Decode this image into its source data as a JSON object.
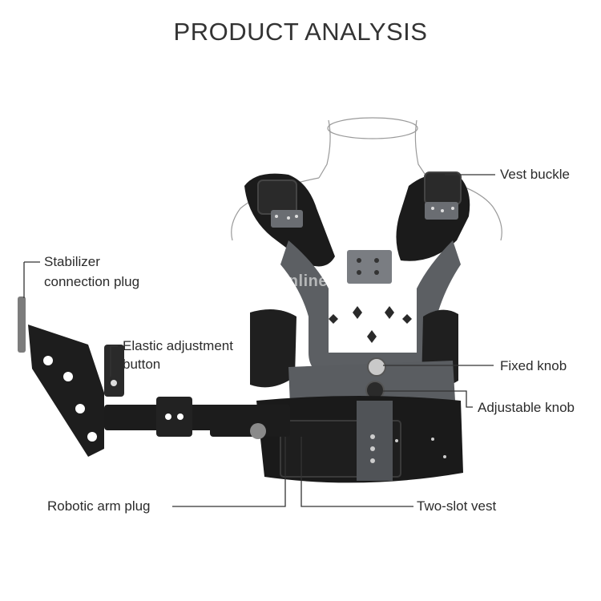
{
  "title": "PRODUCT ANALYSIS",
  "watermark": "sunsky-online",
  "labels": {
    "vest_buckle": "Vest buckle",
    "stabilizer_line1": "Stabilizer",
    "stabilizer_line2": "connection plug",
    "elastic_line1": "Elastic adjustment",
    "elastic_line2": "button",
    "fixed_knob": "Fixed knob",
    "adjustable_knob": "Adjustable knob",
    "robotic_arm_plug": "Robotic arm plug",
    "two_slot_vest": "Two-slot vest"
  },
  "colors": {
    "background": "#ffffff",
    "text": "#2b2b2b",
    "leader_line": "#333333",
    "vest_black": "#1b1b1b",
    "metal_plate": "#5c5f63",
    "mannequin_outline": "#9a9a9a"
  }
}
